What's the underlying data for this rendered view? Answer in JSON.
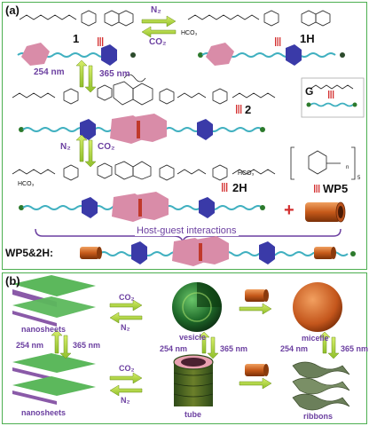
{
  "panel_a": {
    "label": "(a)",
    "compound_1": "1",
    "compound_1H": "1H",
    "compound_2": "2",
    "compound_2H": "2H",
    "compound_G": "G",
    "compound_WP5": "WP5",
    "n2": "N₂",
    "co2": "CO₂",
    "uv254": "254 nm",
    "uv365": "365 nm",
    "hco3": "HCO₃",
    "plus": "+",
    "host_guest": "Host-guest interactions",
    "complex": "WP5&2H:",
    "n_sub": "n",
    "subscript_3": "3",
    "subscript_5": "5"
  },
  "panel_b": {
    "label": "(b)",
    "nanosheets_top": "nanosheets",
    "nanosheets_bottom": "nanosheets",
    "vesicle": "vesicle",
    "micelle": "micelle",
    "tube": "tube",
    "ribbons": "ribbons",
    "co2": "CO₂",
    "n2": "N₂",
    "uv254": "254 nm",
    "uv365": "365 nm"
  },
  "colors": {
    "border": "#4caf50",
    "arrow": "#9acd32",
    "pink": "#d98ca8",
    "blue": "#3a3aa8",
    "teal": "#40b0c0",
    "orange": "#d9772a",
    "green_sheet": "#5cb85c",
    "purple_text": "#6b3fa0"
  },
  "icons": [
    "pink-hexagon-unit",
    "blue-hexagon-unit",
    "copper-tube-host",
    "vesicle-sphere",
    "micelle-sphere",
    "nanotube",
    "ribbon-sheet"
  ]
}
